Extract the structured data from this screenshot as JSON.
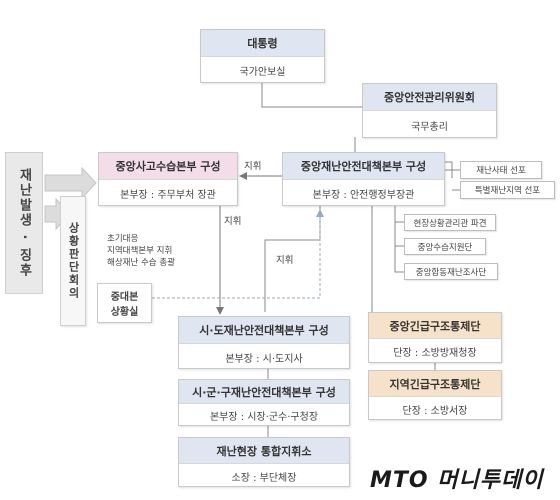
{
  "president": {
    "title": "대통령",
    "sub": "국가안보실"
  },
  "central_committee": {
    "title": "중앙안전관리위원회",
    "sub": "국무총리"
  },
  "central_hq": {
    "title": "중앙재난안전대책본부 구성",
    "sub": "본부장 : 안전행정부장관"
  },
  "central_recovery": {
    "title": "중앙사고수습본부 구성",
    "sub": "본부장 : 주무부처 장관"
  },
  "disaster_side": {
    "declare": "재난사태 선포",
    "special": "특별재난지역 선포"
  },
  "field_units": {
    "field_officer": "현장상황관리관 파견",
    "support_team": "중앙수습지원단",
    "joint_survey": "중앙합동재난조사단"
  },
  "left_label": "재난발생 · 징후",
  "situation_meeting": "상황판단회의",
  "command_label": "지휘",
  "notes": {
    "line1": "초기대응",
    "line2": "지역대책본부 지휘",
    "line3": "해상재난 수습 총괄"
  },
  "situation_room": {
    "line1": "중대본",
    "line2": "상황실"
  },
  "provincial_hq": {
    "title": "시·도재난안전대책본부 구성",
    "sub": "본부장 : 시·도지사"
  },
  "local_hq": {
    "title": "시·군·구재난안전대책본부 구성",
    "sub": "본부장 : 시장·군수·구청장"
  },
  "field_command": {
    "title": "재난현장 통합지휘소",
    "sub": "소장 : 부단체장"
  },
  "central_rescue": {
    "title": "중앙긴급구조통제단",
    "sub": "단장 : 소방방재청장"
  },
  "regional_rescue": {
    "title": "지역긴급구조통제단",
    "sub": "단장 : 소방서장"
  },
  "watermark": "MTO 머니투데이",
  "colors": {
    "blue_header": "#dfe6f1",
    "pink_header": "#f3dde8",
    "orange_header": "#f6e1c9",
    "left_band": "#e9e9e9"
  }
}
